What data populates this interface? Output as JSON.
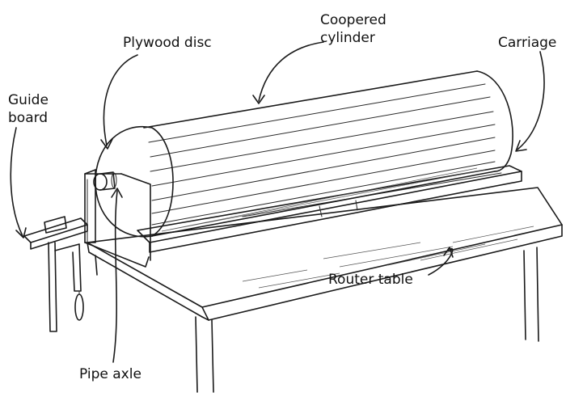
{
  "labels": {
    "coopered_cylinder_line1": "Coopered",
    "coopered_cylinder_line2": "cylinder",
    "plywood_disc": "Plywood disc",
    "carriage": "Carriage",
    "guide_board_line1": "Guide",
    "guide_board_line2": "board",
    "pipe_axle": "Pipe axle",
    "router_table": "Router table"
  },
  "colors": {
    "ink": "#1a1a1a",
    "paper": "#ffffff"
  }
}
